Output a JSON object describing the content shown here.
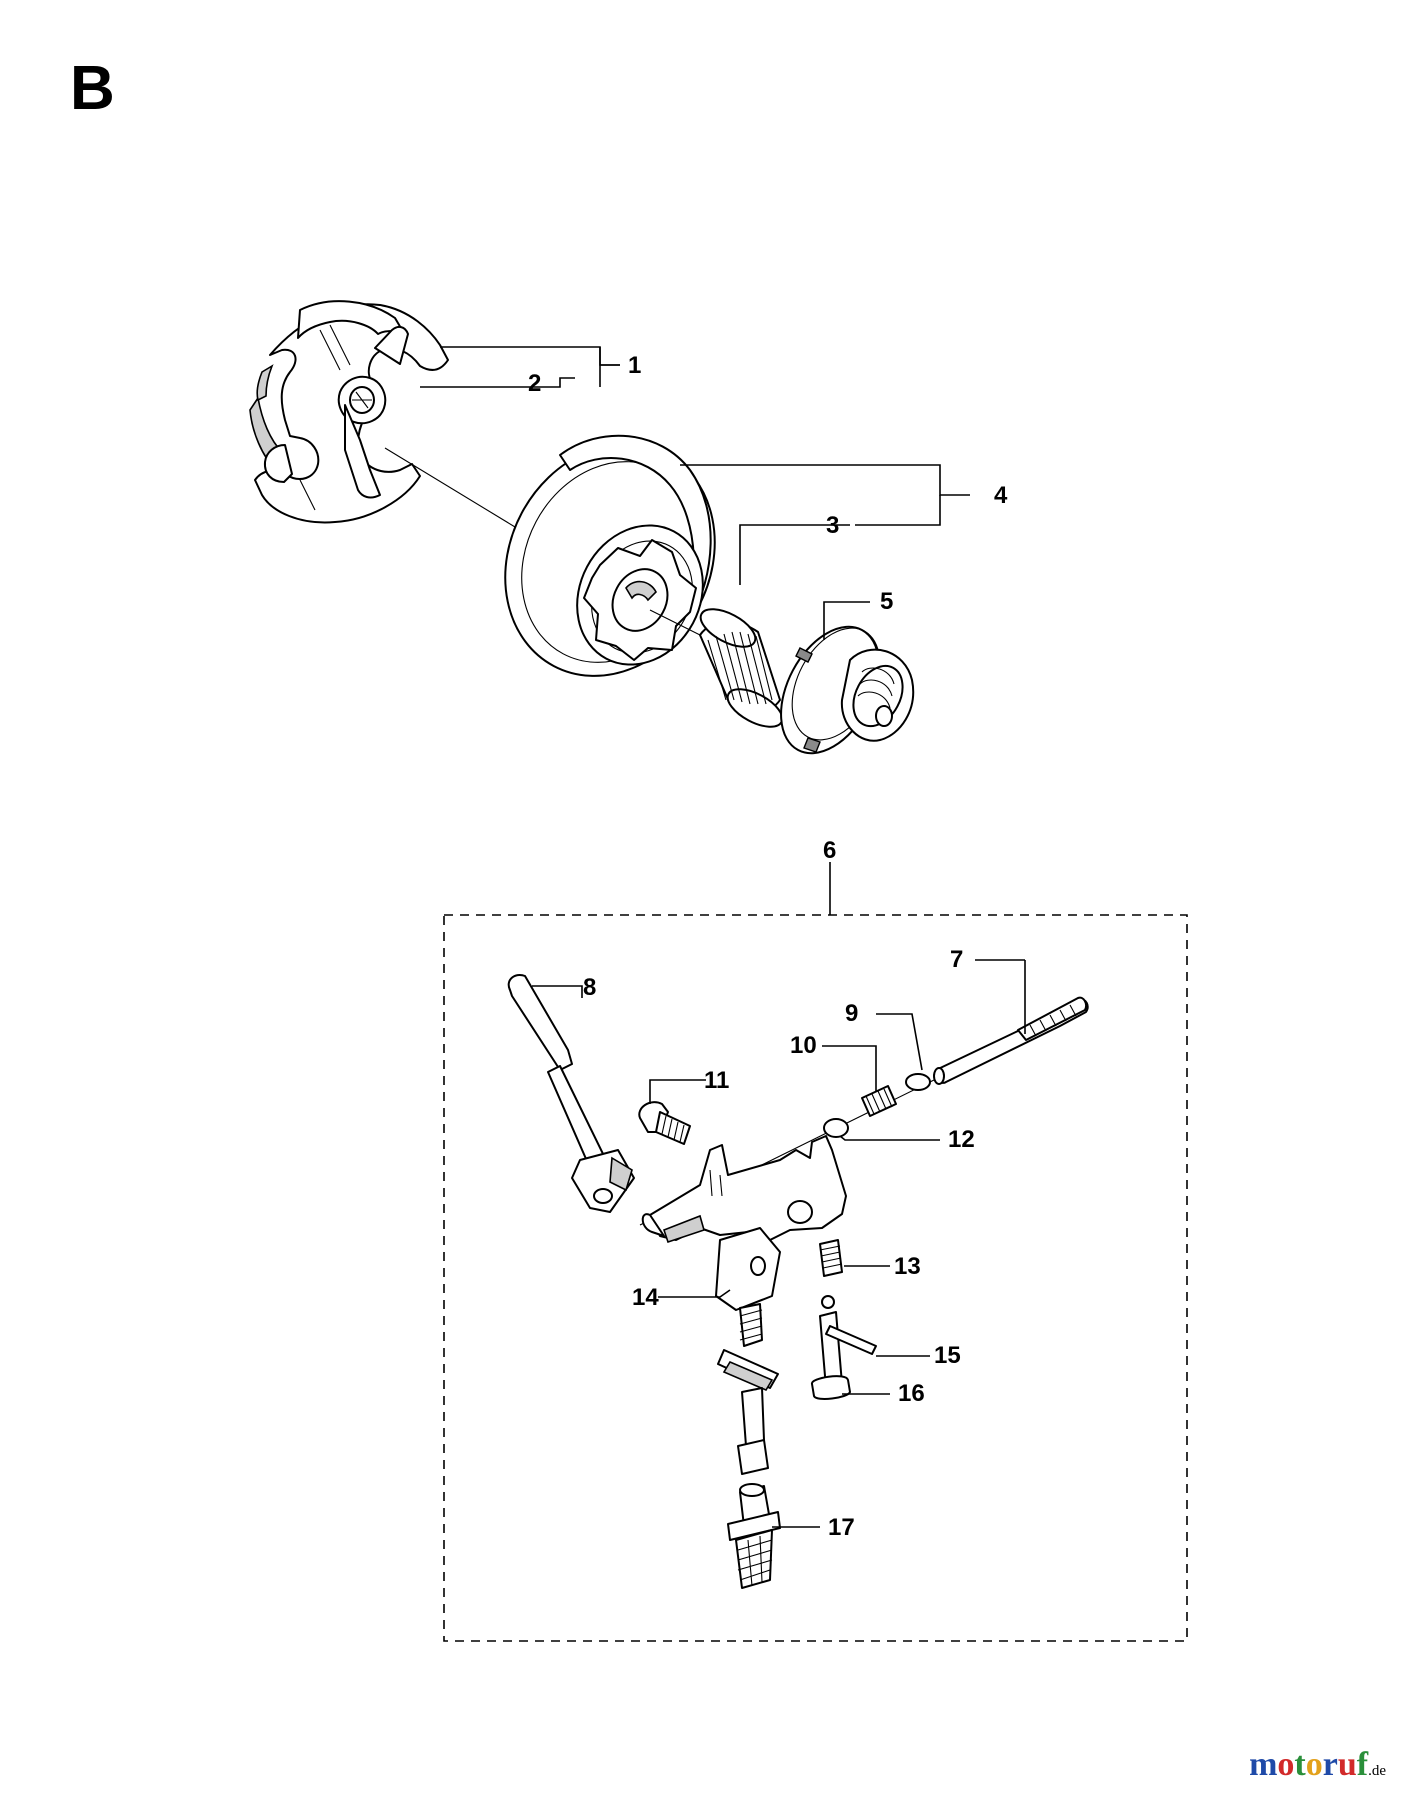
{
  "section_letter": "B",
  "callouts": {
    "c1": "1",
    "c2": "2",
    "c3": "3",
    "c4": "4",
    "c5": "5",
    "c6": "6",
    "c7": "7",
    "c8": "8",
    "c9": "9",
    "c10": "10",
    "c11": "11",
    "c12": "12",
    "c13": "13",
    "c14": "14",
    "c15": "15",
    "c16": "16",
    "c17": "17"
  },
  "watermark": {
    "text": "motoruf",
    "suffix": ".de",
    "brand_colors": [
      "#1f4aa8",
      "#d22a2a",
      "#2a8f3a",
      "#e3a11b"
    ]
  }
}
